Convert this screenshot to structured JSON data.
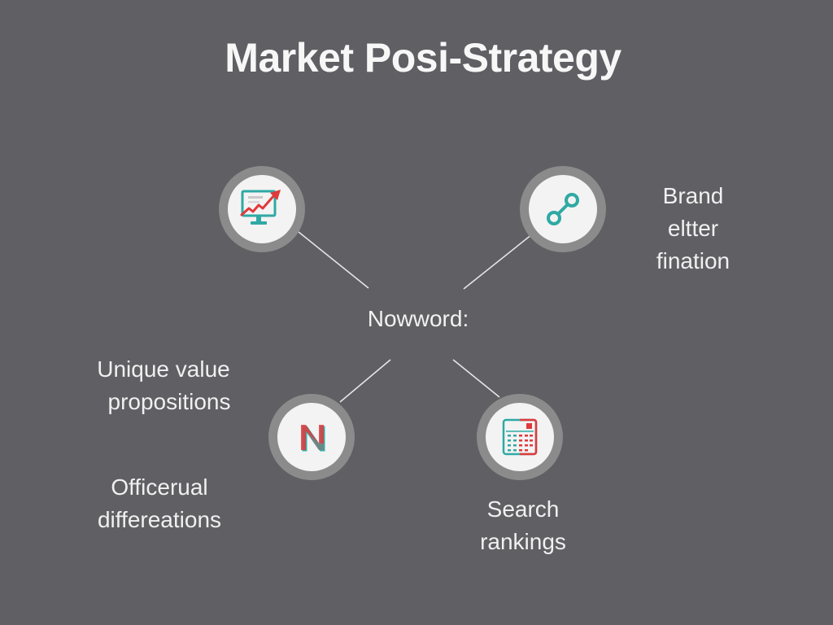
{
  "title": "Market Posi-Strategy",
  "center": {
    "label": "Nowword:"
  },
  "colors": {
    "background": "#5f5f64",
    "ring": "#8b8b8c",
    "node_fill": "#f3f3f3",
    "teal": "#2fa9a4",
    "red": "#e0393b",
    "line": "#e6e6e6",
    "text": "#f2f2f2"
  },
  "nodes": [
    {
      "id": "top-left",
      "icon": "monitor-growth-chart-icon"
    },
    {
      "id": "top-right",
      "icon": "link-nodes-icon",
      "label_lines": [
        "Brand",
        "eltter",
        "fination"
      ]
    },
    {
      "id": "bottom-left",
      "icon": "letter-n-logo-icon",
      "label_lines_above": [
        "Unique value",
        "propositions"
      ],
      "label_lines_below": [
        "Officerual",
        "differeations"
      ]
    },
    {
      "id": "bottom-right",
      "icon": "calculator-icon",
      "label_lines": [
        "Search",
        "rankings"
      ]
    }
  ]
}
